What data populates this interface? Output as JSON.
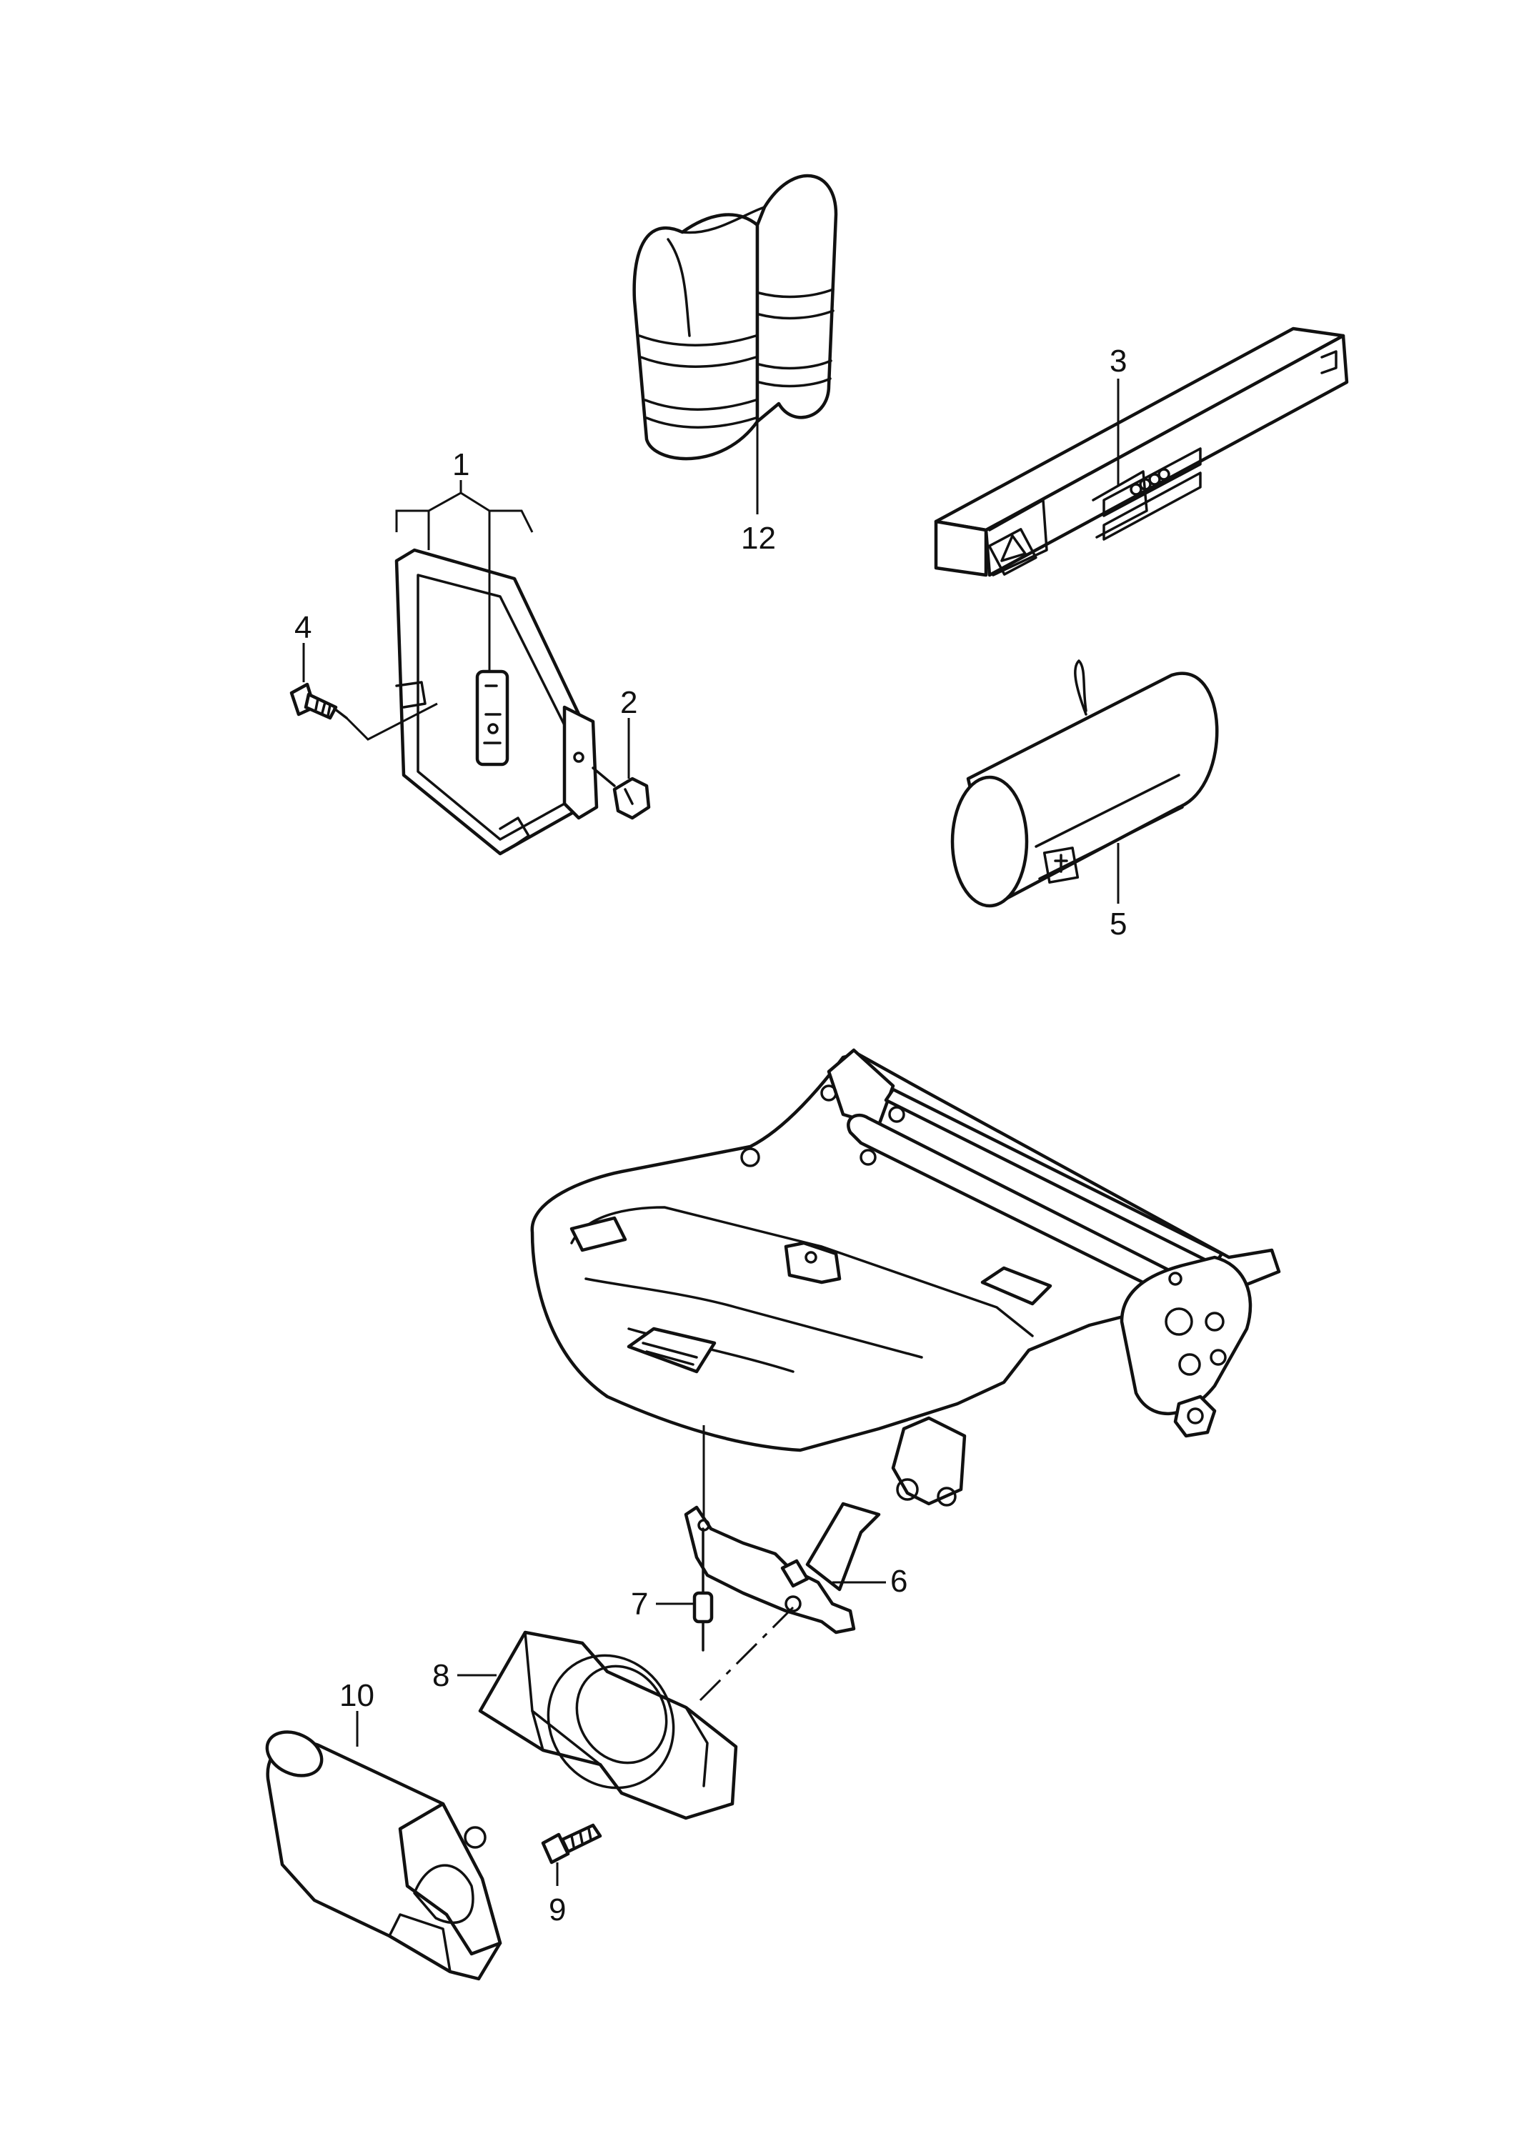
{
  "callouts": {
    "c1": "1",
    "c2": "2",
    "c3": "3",
    "c4": "4",
    "c5": "5",
    "c6": "6",
    "c7": "7",
    "c8": "8",
    "c9": "9",
    "c10": "10",
    "c12": "12"
  },
  "colors": {
    "line": "#111111",
    "background": "#ffffff"
  }
}
